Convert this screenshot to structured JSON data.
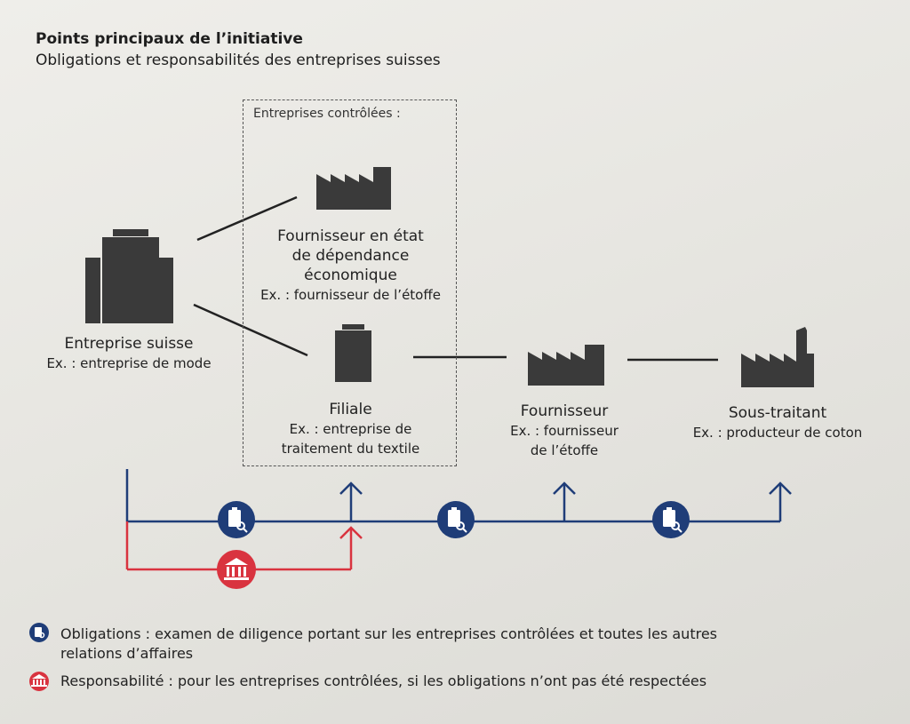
{
  "header": {
    "title": "Points principaux de l’initiative",
    "subtitle": "Obligations et responsabilités des entreprises suisses"
  },
  "controlled_box": {
    "label": "Entreprises contrôlées :"
  },
  "nodes": {
    "swiss_company": {
      "name": "Entreprise suisse",
      "example": "Ex. : entreprise de mode",
      "icon": "office-buildings-icon"
    },
    "dependent_supplier": {
      "name_lines": [
        "Fournisseur en état",
        "de dépendance",
        "économique"
      ],
      "example": "Ex. : fournisseur de l’étoffe",
      "icon": "factory-icon"
    },
    "subsidiary": {
      "name": "Filiale",
      "example_lines": [
        "Ex. : entreprise de",
        "traitement du textile"
      ],
      "icon": "building-icon"
    },
    "supplier": {
      "name": "Fournisseur",
      "example_lines": [
        "Ex. : fournisseur",
        "de l’étoffe"
      ],
      "icon": "factory-icon"
    },
    "subcontractor": {
      "name": "Sous-traitant",
      "example": "Ex. : producteur de coton",
      "icon": "factory-chimney-icon"
    }
  },
  "legend": {
    "obligations_lines": [
      "Obligations : examen de diligence portant sur les entreprises contrôlées et toutes les autres",
      "relations d’affaires"
    ],
    "responsibility": "Responsabilité : pour les entreprises contrôlées, si les obligations n’ont pas été respectées"
  },
  "colors": {
    "blue": "#1f3d78",
    "red": "#d9333f",
    "icon": "#3a3a3a"
  }
}
